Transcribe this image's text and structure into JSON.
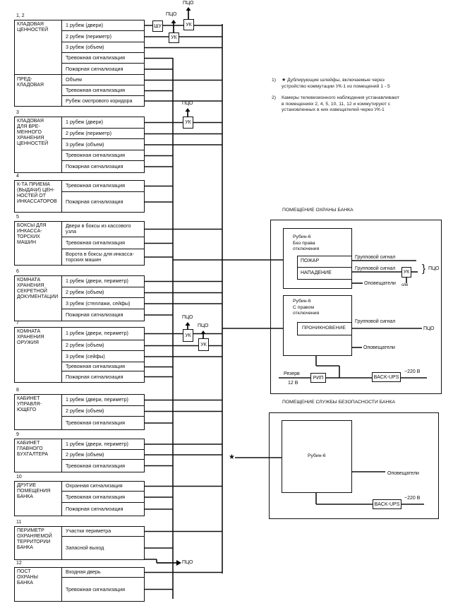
{
  "sections": [
    {
      "num": "1, 2",
      "groups": [
        {
          "name": "КЛАДОВАЯ\nЦЕННОСТЕЙ",
          "rows": [
            "1 рубеж (двери)",
            "2 рубеж (периметр)",
            "3 рубеж (объем)",
            "Тревожная сигнализация",
            "Пожарная сигнализация"
          ]
        },
        {
          "name": "ПРЕД-\nКЛАДОВАЯ",
          "rows": [
            "Объем",
            "Тревожная сигнализация",
            "Рубеж смотрового коридора"
          ]
        }
      ]
    },
    {
      "num": "3",
      "groups": [
        {
          "name": "КЛАДОВАЯ\nДЛЯ ВРЕ-\nМЕННОГО\nХРАНЕНИЯ\nЦЕННОСТЕЙ",
          "rows": [
            "1 рубеж (двери)",
            "2 рубеж (периметр)",
            "3 рубеж (объем)",
            "Тревожная сигнализация",
            "Пожарная сигнализация"
          ]
        }
      ]
    },
    {
      "num": "4",
      "groups": [
        {
          "name": "К-ТА ПРИЕМА\n(ВЫДАЧИ) ЦЕН-\nНОСТЕЙ ОТ\nИНКАССАТОРОВ",
          "rows": [
            "Тревожная сигнализация",
            "Пожарная сигнализация"
          ]
        }
      ]
    },
    {
      "num": "5",
      "groups": [
        {
          "name": "БОКСЫ ДЛЯ\nИНКАССА-\nТОРСКИХ\nМАШИН",
          "rows": [
            "Двери в боксы из кассового\nузла",
            "Тревожная сигнализация",
            "Ворота в боксы для инкасса-\nторских машин"
          ]
        }
      ]
    },
    {
      "num": "6",
      "groups": [
        {
          "name": "КОМНАТА\nХРАНЕНИЯ\nСЕКРЕТНОЙ\nДОКУМЕНТАЦИИ",
          "rows": [
            "1 рубеж (двери, периметр)",
            "2 рубеж (объем)",
            "3 рубеж (стеллажи, сейфы)",
            "Пожарная сигнализация"
          ]
        }
      ]
    },
    {
      "num": "7",
      "groups": [
        {
          "name": "КОМНАТА\nХРАНЕНИЯ\nОРУЖИЯ",
          "rows": [
            "1 рубеж (двери, периметр)",
            "2 рубеж (объем)",
            "3 рубеж (сейфы)",
            "Тревожная сигнализация",
            "Пожарная сигнализация"
          ]
        }
      ]
    },
    {
      "num": "8",
      "groups": [
        {
          "name": "КАБИНЕТ\nУПРАВЛЯ-\nЮЩЕГО",
          "rows": [
            "1 рубеж (двери, периметр)",
            "2 рубеж (объем)",
            "Тревожная сигнализация"
          ]
        }
      ]
    },
    {
      "num": "9",
      "groups": [
        {
          "name": "КАБИНЕТ\nГЛАВНОГО\nБУХГАЛТЕРА",
          "rows": [
            "1 рубеж (двери, периметр)",
            "2 рубеж (объем)",
            "Тревожная сигнализация"
          ]
        }
      ]
    },
    {
      "num": "10",
      "groups": [
        {
          "name": "ДРУГИЕ\nПОМЕЩЕНИЯ\nБАНКА",
          "rows": [
            "Охранная сигнализация",
            "Тревожная сигнализация",
            "Пожарная сигнализация"
          ]
        }
      ]
    },
    {
      "num": "11",
      "groups": [
        {
          "name": "ПЕРИМЕТР\nОХРАНЯЕМОЙ\nТЕРРИТОРИИ\nБАНКА",
          "rows": [
            "Участки периметра",
            "Запасной выход"
          ]
        }
      ]
    },
    {
      "num": "12",
      "groups": [
        {
          "name": "ПОСТ\nОХРАНЫ\nБАНКА",
          "rows": [
            "Входная дверь",
            "Тревожная сигнализация"
          ]
        }
      ]
    }
  ],
  "devices": {
    "shu": "ШУ",
    "uk": "УК",
    "pco": "ПЦО",
    "rip": "РИП",
    "backups": "BACK-UPS"
  },
  "notes": [
    {
      "num": "1)",
      "text": "★ Дублирующие шлейфы, включаемые через\nустройство коммутации УК-1 из помещений 1 - 5"
    },
    {
      "num": "2)",
      "text": "Камеры телевизионного наблюдения устанавливают\nв помещениях 2, 4, 5, 10, 11, 12 и коммутируют с\nустановленных в них извещателей через УК-1"
    }
  ],
  "guard_room": {
    "title": "ПОМЕЩЕНИЕ ОХРАНЫ БАНКА",
    "rubin1": "Рубин-6\nБез права\nотключения",
    "fire": "ПОЖАР",
    "attack": "НАПАДЕНИЕ",
    "group_signal": "Групповой сигнал",
    "notifiers": "Оповещатели",
    "om": "о/м",
    "rubin2": "Рубин-6\nС правом\nотключения",
    "intrusion": "ПРОНИКНОВЕНИЕ",
    "reserve": "Резерв",
    "v12": "12 В",
    "v220": "~220 В"
  },
  "security_room": {
    "title": "ПОМЕЩЕНИЕ СЛУЖБЫ БЕЗОПАСНОСТИ БАНКА",
    "rubin": "Рубин-6",
    "notifiers": "Оповещатели",
    "v220": "~220 В",
    "star": "★"
  }
}
